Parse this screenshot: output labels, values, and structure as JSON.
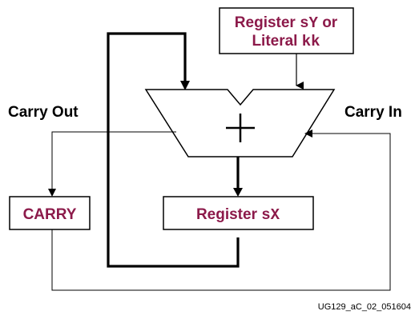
{
  "diagram": {
    "register_sy_literal": {
      "line1_prefix": "Register ",
      "line1_code": "sY",
      "line1_suffix": " or",
      "line2_prefix": "Literal ",
      "line2_code": "kk"
    },
    "alu_symbol": "+",
    "carry_out_label": "Carry Out",
    "carry_in_label": "Carry In",
    "carry_box_label": "CARRY",
    "register_sx": {
      "prefix": "Register ",
      "code": "sX"
    },
    "figure_id": "UG129_aC_02_051604"
  },
  "colors": {
    "register_text": "#8c1a4a",
    "line": "#000000",
    "background": "#ffffff"
  }
}
